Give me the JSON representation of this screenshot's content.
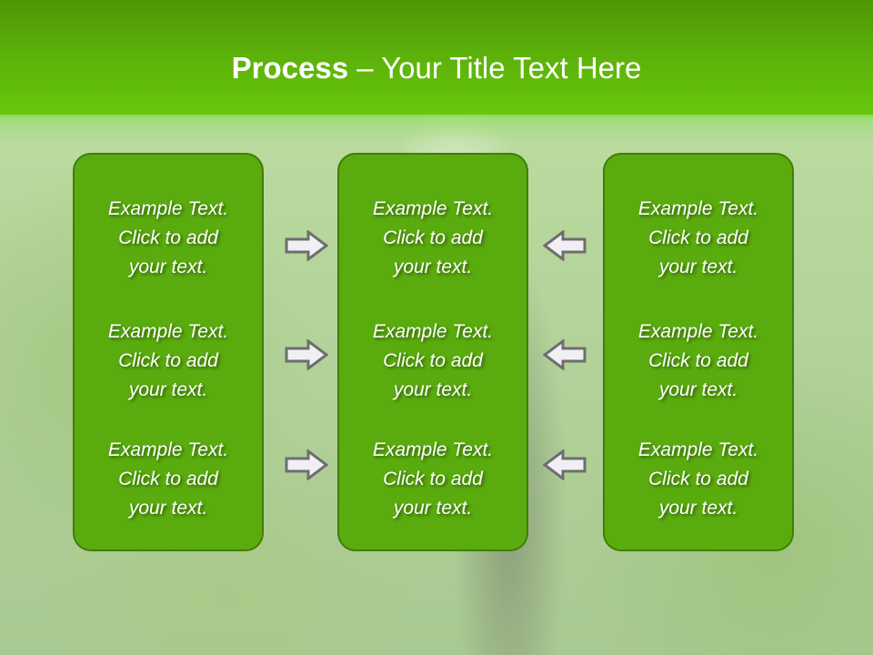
{
  "slide": {
    "title_bold": "Process",
    "title_rest": " – Your Title Text Here"
  },
  "columns": [
    {
      "items": [
        [
          "Example Text.",
          "Click  to add",
          "your text."
        ],
        [
          "Example Text.",
          "Click  to add",
          "your text."
        ],
        [
          "Example Text.",
          "Click  to add",
          "your text."
        ]
      ]
    },
    {
      "items": [
        [
          "Example Text.",
          "Click  to add",
          "your text."
        ],
        [
          "Example Text.",
          "Click  to add",
          "your text."
        ],
        [
          "Example Text.",
          "Click  to add",
          "your text."
        ]
      ]
    },
    {
      "items": [
        [
          "Example Text.",
          "Click  to add",
          "your text."
        ],
        [
          "Example Text.",
          "Click  to add",
          "your text."
        ],
        [
          "Example Text.",
          "Click  to add",
          "your text."
        ]
      ]
    }
  ],
  "arrows": {
    "left_group": [
      "right-arrow-icon",
      "right-arrow-icon",
      "right-arrow-icon"
    ],
    "right_group": [
      "left-arrow-icon",
      "left-arrow-icon",
      "left-arrow-icon"
    ]
  },
  "colors": {
    "header_top": "#4e9606",
    "header_bottom": "#68c80c",
    "box_fill": "#5aac0e",
    "box_border": "#3f7e08",
    "arrow_fill": "#f0f0f4",
    "arrow_stroke": "#6e6e6e"
  }
}
